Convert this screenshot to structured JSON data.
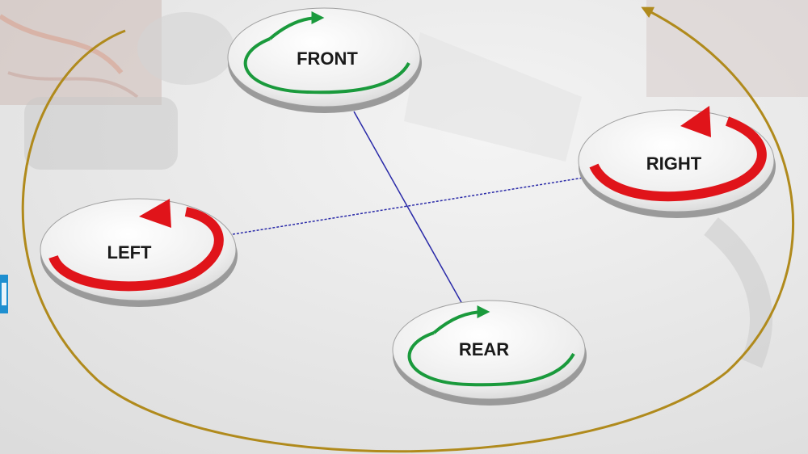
{
  "diagram": {
    "rotors": [
      {
        "id": "front",
        "label": "FRONT",
        "direction": "clockwise",
        "arrow_color": "#1a9a3c"
      },
      {
        "id": "right",
        "label": "RIGHT",
        "direction": "counterclockwise",
        "arrow_color": "#e0141a"
      },
      {
        "id": "left",
        "label": "LEFT",
        "direction": "counterclockwise",
        "arrow_color": "#e0141a"
      },
      {
        "id": "rear",
        "label": "REAR",
        "direction": "clockwise",
        "arrow_color": "#1a9a3c"
      }
    ],
    "colors": {
      "frame_line": "#2a2aa8",
      "orbit": "#b08a1c",
      "disc_face": "#f2f2f2",
      "side_marker": "#1e8fd0"
    }
  }
}
